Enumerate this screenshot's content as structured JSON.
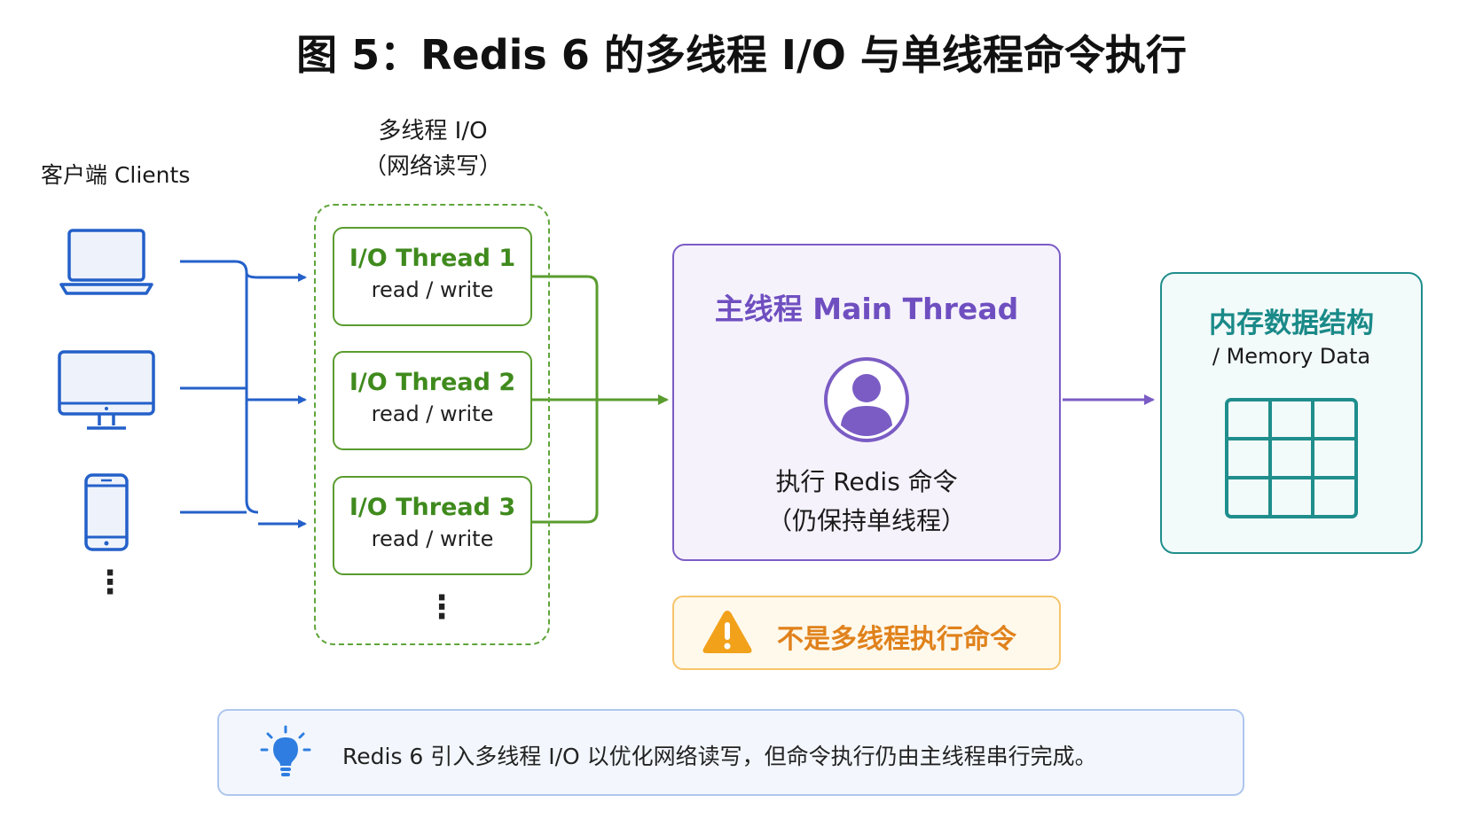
{
  "title": "图 5：Redis 6 的多线程 I/O 与单线程命令执行",
  "clients": {
    "label": "客户端 Clients",
    "icons": [
      "laptop-icon",
      "desktop-monitor-icon",
      "smartphone-icon"
    ],
    "more": "⋮"
  },
  "io_group": {
    "label_line1": "多线程 I/O",
    "label_line2": "（网络读写）",
    "threads": [
      {
        "title": "I/O Thread 1",
        "sub": "read / write"
      },
      {
        "title": "I/O Thread 2",
        "sub": "read / write"
      },
      {
        "title": "I/O Thread 3",
        "sub": "read / write"
      }
    ],
    "more": "⋮"
  },
  "main_thread": {
    "title": "主线程 Main Thread",
    "icon": "user-icon",
    "desc_line1": "执行 Redis 命令",
    "desc_line2": "（仍保持单线程）"
  },
  "memory": {
    "title": "内存数据结构",
    "sub": "/ Memory Data",
    "icon": "table-grid-icon"
  },
  "warning": {
    "icon": "warning-icon",
    "text": "不是多线程执行命令"
  },
  "note": {
    "icon": "lightbulb-icon",
    "text": "Redis 6 引入多线程 I/O 以优化网络读写，但命令执行仍由主线程串行完成。"
  },
  "colors": {
    "client_blue": "#2460c9",
    "io_green": "#5a9c2f",
    "main_purple": "#7b5cc4",
    "memory_teal": "#1f8e8c",
    "warning_orange": "#f2a11b",
    "note_blue": "#2f7de1"
  }
}
